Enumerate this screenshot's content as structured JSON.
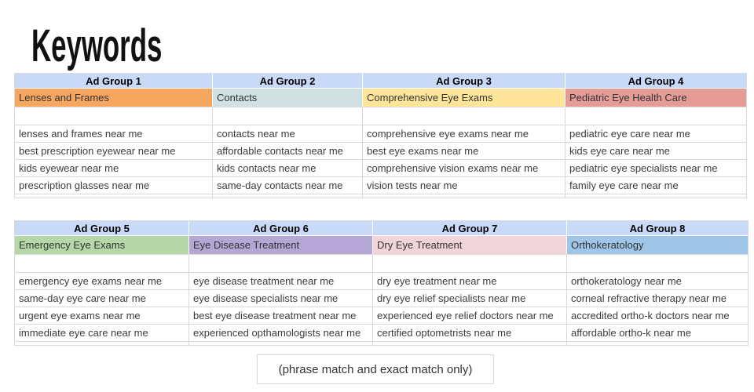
{
  "title": "Keywords",
  "note": "(phrase match and exact match only)",
  "colors": {
    "header_bg": "#c9daf8",
    "gridline": "#d9d9d9"
  },
  "tables": [
    {
      "groups": [
        {
          "header": "Ad Group 1",
          "category": "Lenses and Frames",
          "color": "#f6a75f",
          "keywords": [
            "lenses and frames near me",
            "best prescription eyewear near me",
            "kids eyewear near me",
            "prescription glasses near me"
          ]
        },
        {
          "header": "Ad Group 2",
          "category": "Contacts",
          "color": "#d0e0e3",
          "keywords": [
            "contacts near me",
            "affordable contacts near me",
            "kids contacts near me",
            "same-day contacts near me"
          ]
        },
        {
          "header": "Ad Group 3",
          "category": "Comprehensive Eye Exams",
          "color": "#ffe599",
          "keywords": [
            "comprehensive eye exams near me",
            "best eye exams near me",
            "comprehensive vision exams near me",
            "vision tests near me"
          ]
        },
        {
          "header": "Ad Group 4",
          "category": "Pediatric Eye Health Care",
          "color": "#e59c96",
          "keywords": [
            "pediatric eye care near me",
            "kids eye care near me",
            "pediatric eye specialists near me",
            "family eye care near me"
          ]
        }
      ]
    },
    {
      "groups": [
        {
          "header": "Ad Group 5",
          "category": "Emergency Eye Exams",
          "color": "#b6d7a8",
          "keywords": [
            "emergency eye exams near me",
            "same-day eye care near me",
            "urgent eye exams near me",
            "immediate eye care near me"
          ]
        },
        {
          "header": "Ad Group 6",
          "category": "Eye Disease Treatment",
          "color": "#b4a7d6",
          "keywords": [
            "eye disease treatment near me",
            "eye disease specialists near me",
            "best eye disease treatment near me",
            "experienced opthamologists near me"
          ]
        },
        {
          "header": "Ad Group 7",
          "category": "Dry Eye Treatment",
          "color": "#f0d4da",
          "keywords": [
            "dry eye treatment near me",
            "dry eye relief specialists near me",
            "experienced eye relief doctors near me",
            "certified optometrists near me"
          ]
        },
        {
          "header": "Ad Group 8",
          "category": "Orthokeratology",
          "color": "#9fc5e8",
          "keywords": [
            "orthokeratology near me",
            "corneal refractive therapy near me",
            "accredited ortho-k doctors near me",
            "affordable ortho-k near me"
          ]
        }
      ]
    }
  ]
}
